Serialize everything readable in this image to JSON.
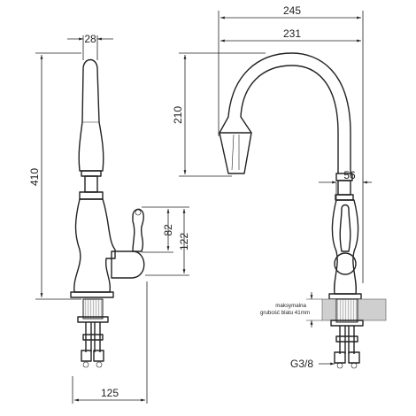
{
  "dimensions": {
    "side_top_width": "28",
    "side_height": "410",
    "lever_height": "82",
    "lever_base_height": "122",
    "base_width": "125",
    "front_total_width": "245",
    "front_spout_width": "231",
    "front_spout_height": "210",
    "front_body_offset": "56"
  },
  "note": {
    "line1": "maksymalna",
    "line2": "grubość blatu 41mm"
  },
  "thread": "G3/8"
}
